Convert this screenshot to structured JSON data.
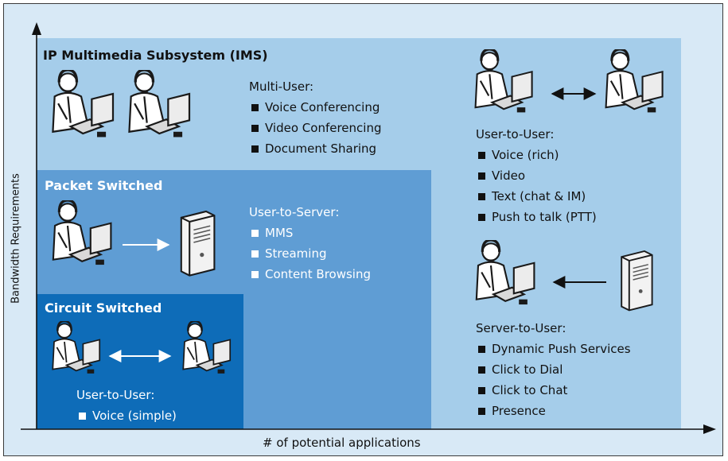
{
  "axes": {
    "y_label": "Bandwidth Requirements",
    "x_label": "# of potential applications"
  },
  "ims": {
    "title": "IP Multimedia Subsystem (IMS)",
    "multi_user": {
      "heading": "Multi-User:",
      "items": [
        "Voice Conferencing",
        "Video Conferencing",
        "Document Sharing"
      ]
    },
    "user_to_user": {
      "heading": "User-to-User:",
      "items": [
        "Voice (rich)",
        "Video",
        "Text (chat & IM)",
        "Push to talk (PTT)"
      ]
    },
    "server_to_user": {
      "heading": "Server-to-User:",
      "items": [
        "Dynamic Push Services",
        "Click to Dial",
        "Click to Chat",
        "Presence"
      ]
    }
  },
  "packet_switched": {
    "title": "Packet Switched",
    "user_to_server": {
      "heading": "User-to-Server:",
      "items": [
        "MMS",
        "Streaming",
        "Content Browsing"
      ]
    }
  },
  "circuit_switched": {
    "title": "Circuit Switched",
    "user_to_user": {
      "heading": "User-to-User:",
      "items": [
        "Voice (simple)"
      ]
    }
  },
  "colors": {
    "frame_bg": "#d8e9f6",
    "ims_bg": "#a5cdea",
    "packet_bg": "#5f9dd4",
    "circuit_bg": "#0e6cb8"
  },
  "icons": [
    "user-at-computer-icon",
    "server-tower-icon",
    "arrow-icon",
    "double-arrow-icon"
  ]
}
